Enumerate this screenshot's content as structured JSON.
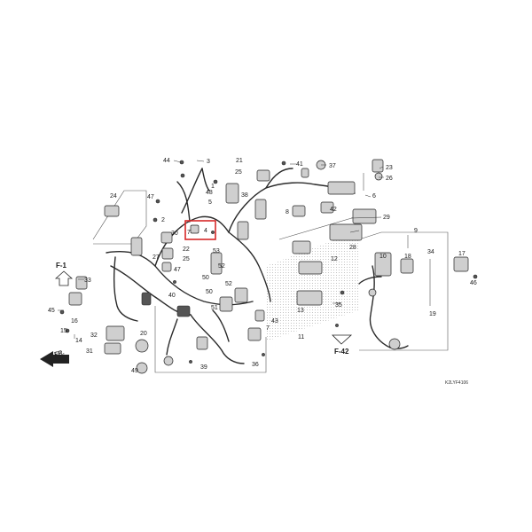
{
  "diagram": {
    "catalog_code": "K2LYF4106",
    "highlight_color": "#d62828",
    "highlighted_part": "4",
    "front_arrow": "FR.",
    "refs": [
      {
        "id": "ref-f1",
        "text": "F-1"
      },
      {
        "id": "ref-f42",
        "text": "F-42"
      }
    ],
    "callouts": [
      "44",
      "3",
      "21",
      "25",
      "41",
      "37",
      "23",
      "26",
      "1",
      "2",
      "47",
      "24",
      "48",
      "38",
      "5",
      "8",
      "42",
      "6",
      "4",
      "29",
      "9",
      "30",
      "22",
      "25",
      "7",
      "27",
      "28",
      "12",
      "52",
      "53",
      "45",
      "16",
      "10",
      "18",
      "34",
      "17",
      "46",
      "33",
      "47",
      "50",
      "51",
      "40",
      "13",
      "35",
      "15",
      "14",
      "49",
      "36",
      "19",
      "32",
      "31",
      "20",
      "39",
      "43",
      "7",
      "11",
      "50",
      "52"
    ]
  }
}
